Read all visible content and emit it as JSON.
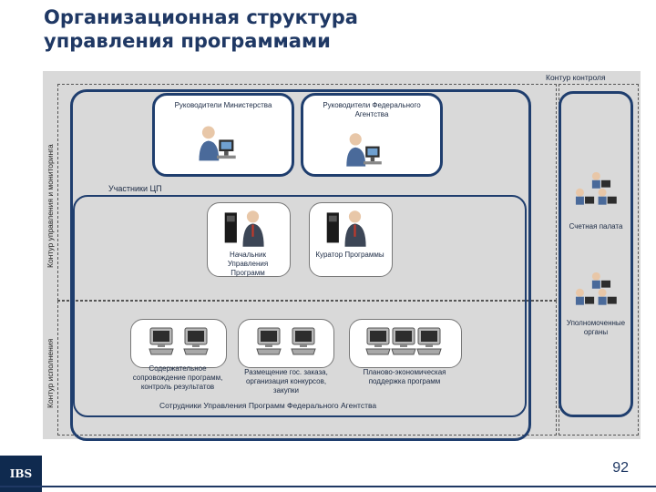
{
  "header": {
    "title_line1": "Организационная структура",
    "title_line2": "управления программами"
  },
  "diagram": {
    "contour_control": "Контур контроля",
    "contour_management": "Контур управления и мониторинга",
    "contour_execution": "Контур исполнения",
    "heads_ministry": "Руководители Министерства",
    "heads_agency": "Руководители Федерального Агентства",
    "participants": "Участники ЦП",
    "head_department": "Начальник Управления Программ",
    "curator": "Куратор Программы",
    "audit_chamber": "Счетная палата",
    "authorized_bodies": "Уполномоченные органы",
    "content_support": "Содержательное сопровождение программ, контроль результатов",
    "procurement": "Размещение гос. заказа, организация конкурсов, закупки",
    "economic_support": "Планово-экономическая поддержка программ",
    "staff": "Сотрудники Управления Программ Федерального Агентства"
  },
  "footer": {
    "logo": "IBS",
    "page_number": "92"
  },
  "icons": [
    "person-at-computer-icon",
    "businessman-icon",
    "workgroup-icon",
    "computer-icon"
  ]
}
